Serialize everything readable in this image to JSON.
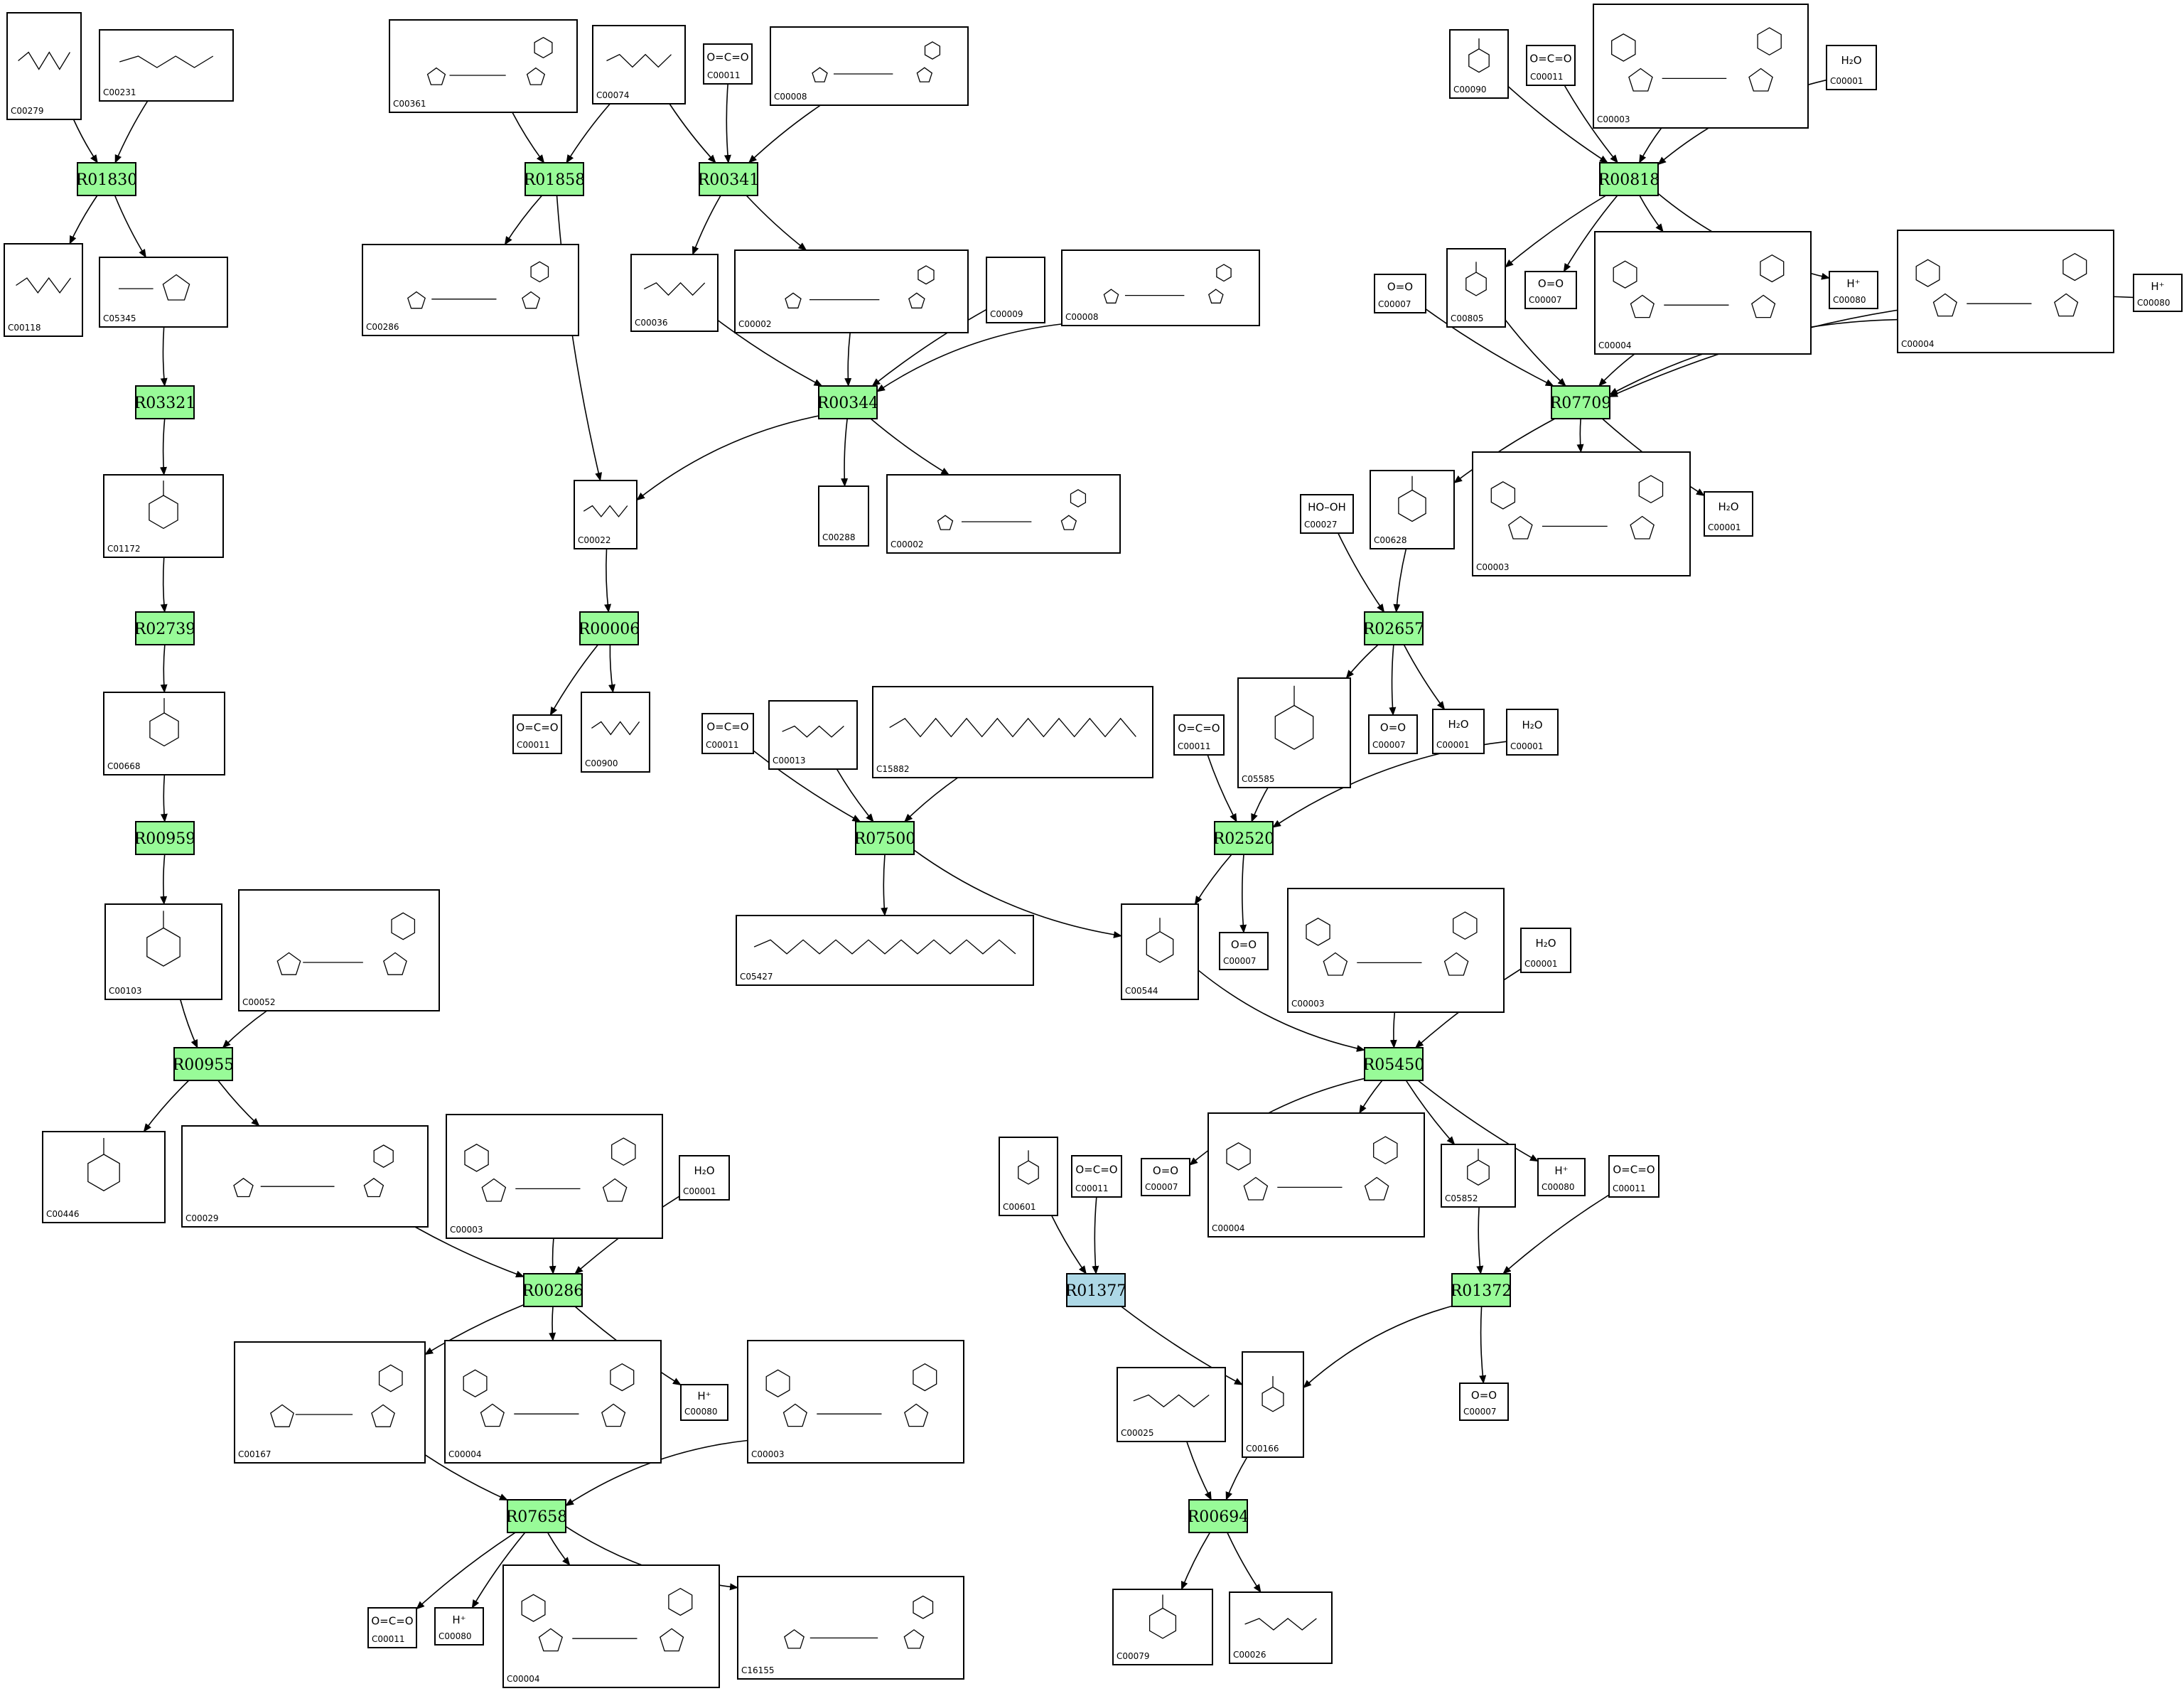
{
  "colors": {
    "reaction": "#98fb98",
    "reaction_highlight": "#add8e6",
    "edge": "#000000"
  },
  "reactions": [
    {
      "id": "R01830",
      "highlight": false
    },
    {
      "id": "R03321",
      "highlight": false
    },
    {
      "id": "R02739",
      "highlight": false
    },
    {
      "id": "R00959",
      "highlight": false
    },
    {
      "id": "R00955",
      "highlight": false
    },
    {
      "id": "R00286",
      "highlight": false
    },
    {
      "id": "R07658",
      "highlight": false
    },
    {
      "id": "R01858",
      "highlight": false
    },
    {
      "id": "R00341",
      "highlight": false
    },
    {
      "id": "R00344",
      "highlight": false
    },
    {
      "id": "R00006",
      "highlight": false
    },
    {
      "id": "R07500",
      "highlight": false
    },
    {
      "id": "R00818",
      "highlight": false
    },
    {
      "id": "R07709",
      "highlight": false
    },
    {
      "id": "R02657",
      "highlight": false
    },
    {
      "id": "R02520",
      "highlight": false
    },
    {
      "id": "R05450",
      "highlight": false
    },
    {
      "id": "R01372",
      "highlight": false
    },
    {
      "id": "R01377",
      "highlight": true
    },
    {
      "id": "R00694",
      "highlight": false
    }
  ],
  "compounds": [
    {
      "id": "c00279",
      "label": "C00279",
      "formula": "",
      "kind": "chain"
    },
    {
      "id": "c00231",
      "label": "C00231",
      "formula": "",
      "kind": "chain"
    },
    {
      "id": "c00118",
      "label": "C00118",
      "formula": "",
      "kind": "chain"
    },
    {
      "id": "c05345",
      "label": "C05345",
      "formula": "",
      "kind": "ring5"
    },
    {
      "id": "c01172",
      "label": "C01172",
      "formula": "",
      "kind": "ring6"
    },
    {
      "id": "c00668",
      "label": "C00668",
      "formula": "",
      "kind": "ring6"
    },
    {
      "id": "c00103",
      "label": "C00103",
      "formula": "",
      "kind": "ring6"
    },
    {
      "id": "c00052",
      "label": "C00052",
      "formula": "",
      "kind": "nucleotide"
    },
    {
      "id": "c00446",
      "label": "C00446",
      "formula": "",
      "kind": "ring6"
    },
    {
      "id": "c00029",
      "label": "C00029",
      "formula": "",
      "kind": "nucleotide"
    },
    {
      "id": "c00003a",
      "label": "C00003",
      "formula": "",
      "kind": "nad"
    },
    {
      "id": "c00001a",
      "label": "C00001",
      "formula": "H₂O",
      "kind": "small"
    },
    {
      "id": "c00167",
      "label": "C00167",
      "formula": "",
      "kind": "nucleotide"
    },
    {
      "id": "c00004a",
      "label": "C00004",
      "formula": "",
      "kind": "nad"
    },
    {
      "id": "c00080a",
      "label": "C00080",
      "formula": "H⁺",
      "kind": "small"
    },
    {
      "id": "c00003b",
      "label": "C00003",
      "formula": "",
      "kind": "nad"
    },
    {
      "id": "c00011a",
      "label": "C00011",
      "formula": "O=C=O",
      "kind": "small"
    },
    {
      "id": "c00080b",
      "label": "C00080",
      "formula": "H⁺",
      "kind": "small"
    },
    {
      "id": "c00004b",
      "label": "C00004",
      "formula": "",
      "kind": "nad"
    },
    {
      "id": "c16155",
      "label": "C16155",
      "formula": "",
      "kind": "nucleotide"
    },
    {
      "id": "c00361",
      "label": "C00361",
      "formula": "",
      "kind": "nucleotide"
    },
    {
      "id": "c00074",
      "label": "C00074",
      "formula": "",
      "kind": "chain"
    },
    {
      "id": "c00011b",
      "label": "C00011",
      "formula": "O=C=O",
      "kind": "small"
    },
    {
      "id": "c00008",
      "label": "C00008",
      "formula": "",
      "kind": "nucleotide"
    },
    {
      "id": "c00286",
      "label": "C00286",
      "formula": "",
      "kind": "nucleotide"
    },
    {
      "id": "c00036",
      "label": "C00036",
      "formula": "",
      "kind": "chain"
    },
    {
      "id": "c00002a",
      "label": "C00002",
      "formula": "",
      "kind": "nucleotide"
    },
    {
      "id": "c00009",
      "label": "C00009",
      "formula": "",
      "kind": "small"
    },
    {
      "id": "c00008b",
      "label": "C00008",
      "formula": "",
      "kind": "nucleotide"
    },
    {
      "id": "c00022",
      "label": "C00022",
      "formula": "",
      "kind": "chain"
    },
    {
      "id": "c00288",
      "label": "C00288",
      "formula": "",
      "kind": "small"
    },
    {
      "id": "c00002b",
      "label": "C00002",
      "formula": "",
      "kind": "nucleotide"
    },
    {
      "id": "c00011c",
      "label": "C00011",
      "formula": "O=C=O",
      "kind": "small"
    },
    {
      "id": "c00900",
      "label": "C00900",
      "formula": "",
      "kind": "chain"
    },
    {
      "id": "c00011d",
      "label": "C00011",
      "formula": "O=C=O",
      "kind": "small"
    },
    {
      "id": "c00013",
      "label": "C00013",
      "formula": "",
      "kind": "chain"
    },
    {
      "id": "c15882",
      "label": "C15882",
      "formula": "",
      "kind": "isoprenoid"
    },
    {
      "id": "c05427",
      "label": "C05427",
      "formula": "",
      "kind": "isoprenoid"
    },
    {
      "id": "c00090",
      "label": "C00090",
      "formula": "",
      "kind": "ring6"
    },
    {
      "id": "c00011e",
      "label": "C00011",
      "formula": "O=C=O",
      "kind": "small"
    },
    {
      "id": "c00003c",
      "label": "C00003",
      "formula": "",
      "kind": "nad"
    },
    {
      "id": "c00001b",
      "label": "C00001",
      "formula": "H₂O",
      "kind": "small"
    },
    {
      "id": "c00007a",
      "label": "C00007",
      "formula": "O=O",
      "kind": "small"
    },
    {
      "id": "c00805",
      "label": "C00805",
      "formula": "",
      "kind": "ring6"
    },
    {
      "id": "c00007b",
      "label": "C00007",
      "formula": "O=O",
      "kind": "small"
    },
    {
      "id": "c00004c",
      "label": "C00004",
      "formula": "",
      "kind": "nad"
    },
    {
      "id": "c00080c",
      "label": "C00080",
      "formula": "H⁺",
      "kind": "small"
    },
    {
      "id": "c00004d",
      "label": "C00004",
      "formula": "",
      "kind": "nad"
    },
    {
      "id": "c00080d",
      "label": "C00080",
      "formula": "H⁺",
      "kind": "small"
    },
    {
      "id": "c00027",
      "label": "C00027",
      "formula": "HO–OH",
      "kind": "small"
    },
    {
      "id": "c00628",
      "label": "C00628",
      "formula": "",
      "kind": "ring6"
    },
    {
      "id": "c00003d",
      "label": "C00003",
      "formula": "",
      "kind": "nad"
    },
    {
      "id": "c00001c",
      "label": "C00001",
      "formula": "H₂O",
      "kind": "small"
    },
    {
      "id": "c05585",
      "label": "C05585",
      "formula": "",
      "kind": "ring6"
    },
    {
      "id": "c00007c",
      "label": "C00007",
      "formula": "O=O",
      "kind": "small"
    },
    {
      "id": "c00001d",
      "label": "C00001",
      "formula": "H₂O",
      "kind": "small"
    },
    {
      "id": "c00011f",
      "label": "C00011",
      "formula": "O=C=O",
      "kind": "small"
    },
    {
      "id": "c00001e",
      "label": "C00001",
      "formula": "H₂O",
      "kind": "small"
    },
    {
      "id": "c00544",
      "label": "C00544",
      "formula": "",
      "kind": "ring6"
    },
    {
      "id": "c00007d",
      "label": "C00007",
      "formula": "O=O",
      "kind": "small"
    },
    {
      "id": "c00003e",
      "label": "C00003",
      "formula": "",
      "kind": "nad"
    },
    {
      "id": "c00001f",
      "label": "C00001",
      "formula": "H₂O",
      "kind": "small"
    },
    {
      "id": "c00601",
      "label": "C00601",
      "formula": "",
      "kind": "ring6"
    },
    {
      "id": "c00011g",
      "label": "C00011",
      "formula": "O=C=O",
      "kind": "small"
    },
    {
      "id": "c00007e",
      "label": "C00007",
      "formula": "O=O",
      "kind": "small"
    },
    {
      "id": "c00004e",
      "label": "C00004",
      "formula": "",
      "kind": "nad"
    },
    {
      "id": "c05852",
      "label": "C05852",
      "formula": "",
      "kind": "ring6"
    },
    {
      "id": "c00080e",
      "label": "C00080",
      "formula": "H⁺",
      "kind": "small"
    },
    {
      "id": "c00011h",
      "label": "C00011",
      "formula": "O=C=O",
      "kind": "small"
    },
    {
      "id": "c00025",
      "label": "C00025",
      "formula": "",
      "kind": "chain"
    },
    {
      "id": "c00166",
      "label": "C00166",
      "formula": "",
      "kind": "ring6"
    },
    {
      "id": "c00007f",
      "label": "C00007",
      "formula": "O=O",
      "kind": "small"
    },
    {
      "id": "c00079",
      "label": "C00079",
      "formula": "",
      "kind": "ring6"
    },
    {
      "id": "c00026",
      "label": "C00026",
      "formula": "",
      "kind": "chain"
    }
  ]
}
